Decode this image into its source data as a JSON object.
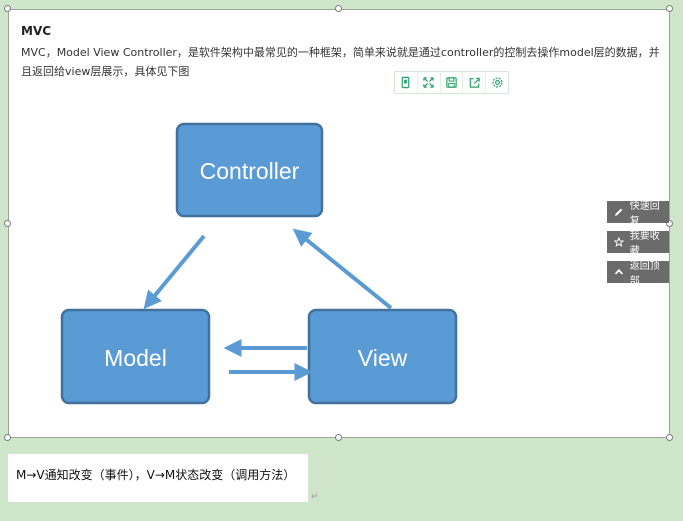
{
  "article": {
    "title": "MVC",
    "description": "MVC，Model View Controller，是软件架构中最常见的一种框架，简单来说就是通过controller的控制去操作model层的数据，并且返回给view层展示，具体见下图"
  },
  "toolbar": {
    "icons": [
      "phone-icon",
      "expand-icon",
      "save-icon",
      "share-icon",
      "settings-icon"
    ]
  },
  "diagram": {
    "nodes": {
      "controller": "Controller",
      "model": "Model",
      "view": "View"
    },
    "box_color": "#5b9bd5",
    "box_border": "#41719c",
    "arrow_color": "#5b9bd5"
  },
  "side_actions": {
    "quick_reply": "快速回复",
    "favorite": "我要收藏",
    "back_to_top": "返回顶部"
  },
  "footnote": {
    "text": "M→V通知改变（事件），V→M状态改变（调用方法）",
    "paragraph_mark": "↵"
  }
}
